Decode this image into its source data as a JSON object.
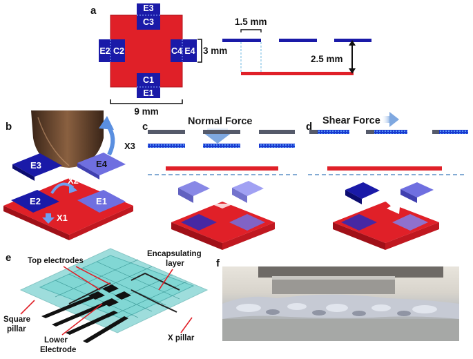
{
  "panels": {
    "a": "a",
    "b": "b",
    "c": "c",
    "d": "d",
    "e": "e",
    "f": "f"
  },
  "panel_a": {
    "electrodes": {
      "E3": "E3",
      "C3": "C3",
      "E2": "E2",
      "C2": "C2",
      "C4": "C4",
      "E4": "E4",
      "C1": "C1",
      "E1": "E1"
    },
    "width_label": "9 mm",
    "pad_label": "3 mm",
    "gap_label": "1.5 mm",
    "height_label": "2.5 mm"
  },
  "panel_b": {
    "E3": "E3",
    "E4": "E4",
    "E2": "E2",
    "E1": "E1",
    "X1": "X1",
    "X2": "X2",
    "X3": "X3"
  },
  "panel_c": {
    "title": "Normal Force"
  },
  "panel_d": {
    "title": "Shear Force"
  },
  "panel_e": {
    "top_electrodes": "Top electrodes",
    "encapsulating_1": "Encapsulating",
    "encapsulating_2": "layer",
    "square_pillar_1": "Square",
    "square_pillar_2": "pillar",
    "lower_electrode_1": "Lower",
    "lower_electrode_2": "Electrode",
    "x_pillar": "X pillar"
  },
  "colors": {
    "red": "#e02028",
    "blue": "#1a1aa8",
    "dark_blue": "#101090",
    "light_blue": "#6f6fe0",
    "teal": "#4fc3c0",
    "dashed": "#5a8fc6"
  }
}
